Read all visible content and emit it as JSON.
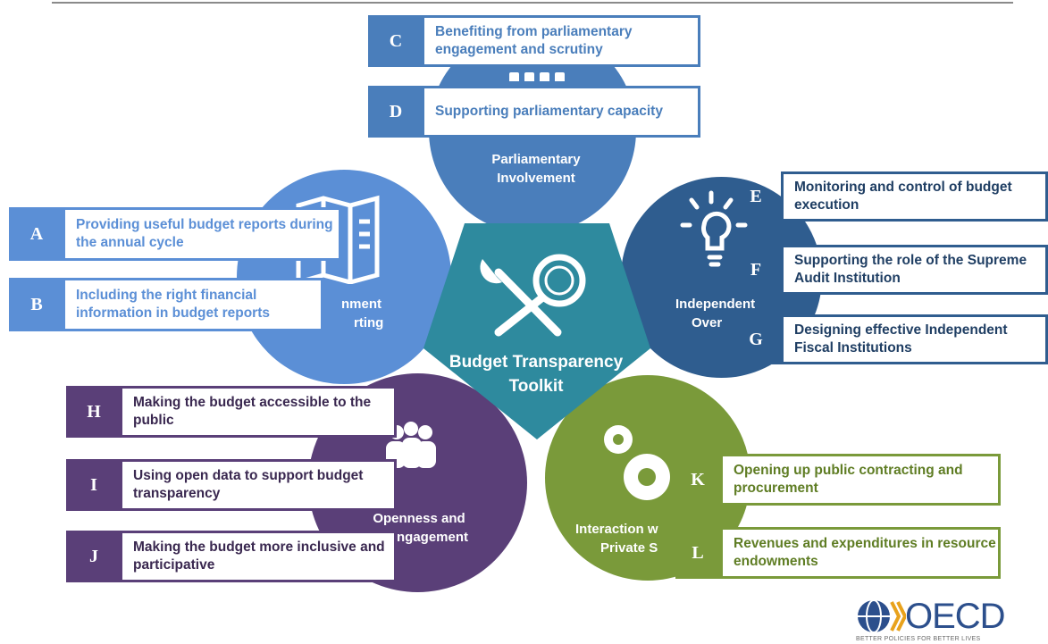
{
  "center": {
    "title_line1": "Budget Transparency",
    "title_line2": "Toolkit"
  },
  "circles": {
    "parliamentary": {
      "line1": "Parliamentary",
      "line2": "Involvement"
    },
    "government": {
      "line1": "nment",
      "line2": "rting"
    },
    "independent": {
      "line1": "Independent",
      "line2": "Over"
    },
    "openness": {
      "line1": "Openness and",
      "line2": "Engagement"
    },
    "private": {
      "line1": "Interaction w",
      "line2": "Private S"
    }
  },
  "items": {
    "A": {
      "letter": "A",
      "text": "Providing useful budget reports during the annual cycle"
    },
    "B": {
      "letter": "B",
      "text": "Including the right financial information in budget reports"
    },
    "C": {
      "letter": "C",
      "text": "Benefiting from parliamentary engagement and scrutiny"
    },
    "D": {
      "letter": "D",
      "text": "Supporting parliamentary capacity"
    },
    "E": {
      "letter": "E",
      "text": "Monitoring and control of budget execution"
    },
    "F": {
      "letter": "F",
      "text": "Supporting the role of the Supreme Audit Institution"
    },
    "G": {
      "letter": "G",
      "text": "Designing effective Independent Fiscal Institutions"
    },
    "H": {
      "letter": "H",
      "text": "Making the budget accessible to the public"
    },
    "I": {
      "letter": "I",
      "text": "Using open data to support budget transparency"
    },
    "J": {
      "letter": "J",
      "text": "Making the budget more inclusive and participative"
    },
    "K": {
      "letter": "K",
      "text": "Opening up public contracting and procurement"
    },
    "L": {
      "letter": "L",
      "text": "Revenues and expenditures in resource endowments"
    }
  },
  "logo": {
    "name": "OECD",
    "tagline": "BETTER POLICIES FOR BETTER LIVES"
  },
  "colors": {
    "parliamentary": "#4a7ebb",
    "government": "#5b8fd6",
    "independent": "#2f5d8f",
    "openness": "#5a3f78",
    "private": "#7a9a3a",
    "center": "#2e8a9e"
  },
  "icons": [
    "map-icon",
    "lightbulb-icon",
    "people-icon",
    "gears-icon",
    "wrench-magnifier-icon",
    "building-icon",
    "oecd-globe-icon"
  ]
}
